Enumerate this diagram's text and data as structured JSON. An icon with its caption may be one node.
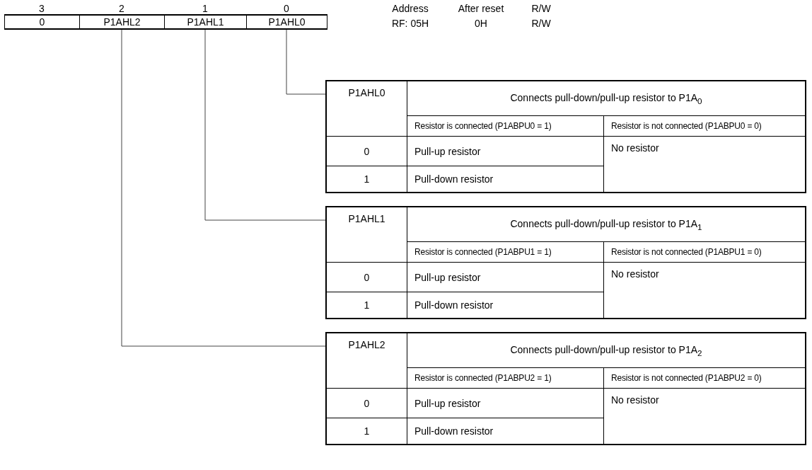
{
  "diagram": {
    "nodes": [
      {
        "text": [
          "0"
        ]
      },
      {
        "text": [
          "P1AHL2"
        ]
      },
      {
        "text": [
          "P1AHL1"
        ]
      },
      {
        "text": [
          "P1AHL0"
        ]
      },
      {
        "text": [
          "P1AHL0",
          "Connects pull-down/pull-up resistor to P1A$_{0}$",
          "Resistor is connected (P1ABPU0 = 1)",
          "Resistor is not connected (P1ABPU0 = 0)",
          "0",
          "Pull-up resistor",
          "No resistor",
          "1",
          "Pull-down resistor"
        ]
      },
      {
        "text": [
          "P1AHL1",
          "Connects pull-down/pull-up resistor to P1A$_{1}$",
          "Resistor is connected (P1ABPU1 = 1)",
          "Resistor is not connected (P1ABPU1 = 0)",
          "0",
          "Pull-up resistor",
          "No resistor",
          "1",
          "Pull-down resistor"
        ]
      },
      {
        "text": [
          "P1AHL2",
          "Connects pull-down/pull-up resistor to P1A$_{2}$",
          "Resistor is connected (P1ABPU2 = 1)",
          "Resistor is not connected (P1ABPU2 = 0)",
          "0",
          "Pull-up resistor",
          "No resistor",
          "1",
          "Pull-down resistor"
        ]
      }
    ],
    "edges": [
      {
        "from": 3,
        "to": 4,
        "arrow": "none"
      },
      {
        "from": 2,
        "to": 5,
        "arrow": "none"
      },
      {
        "from": 1,
        "to": 6,
        "arrow": "none"
      }
    ],
    "labels": [
      "3",
      "2",
      "1",
      "0",
      "Address",
      "After reset",
      "R/W",
      "RF: 05H",
      "0H",
      "R/W"
    ]
  }
}
